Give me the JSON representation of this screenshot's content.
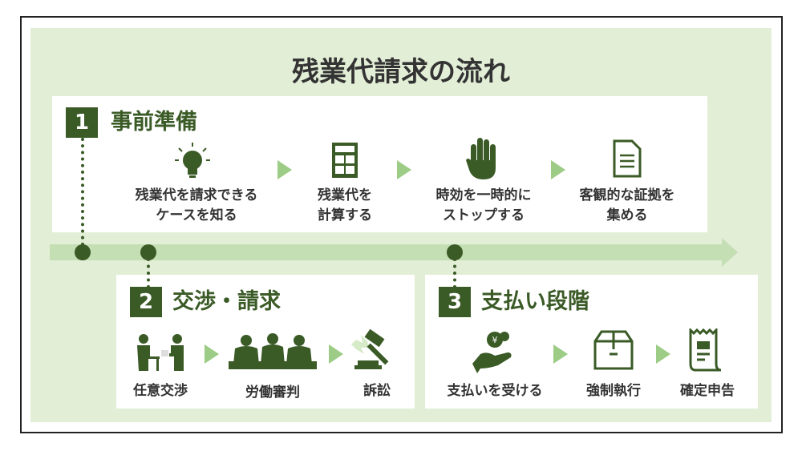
{
  "title": "残業代請求の流れ",
  "colors": {
    "dark_green": "#3a5a26",
    "light_green": "#9ccc85",
    "panel": "#e2eed6",
    "bar": "#c5dfb5"
  },
  "stages": [
    {
      "number": "1",
      "heading": "事前準備",
      "items": [
        {
          "icon": "lightbulb-icon",
          "label": "残業代を請求できる\nケースを知る"
        },
        {
          "icon": "calculator-icon",
          "label": "残業代を\n計算する"
        },
        {
          "icon": "hand-stop-icon",
          "label": "時効を一時的に\nストップする"
        },
        {
          "icon": "document-icon",
          "label": "客観的な証拠を\n集める"
        }
      ]
    },
    {
      "number": "2",
      "heading": "交渉・請求",
      "items": [
        {
          "icon": "negotiation-icon",
          "label": "任意交渉"
        },
        {
          "icon": "tribunal-icon",
          "label": "労働審判"
        },
        {
          "icon": "gavel-icon",
          "label": "訴訟"
        }
      ]
    },
    {
      "number": "3",
      "heading": "支払い段階",
      "items": [
        {
          "icon": "payment-hand-icon",
          "label": "支払いを受ける"
        },
        {
          "icon": "box-icon",
          "label": "強制執行"
        },
        {
          "icon": "receipt-icon",
          "label": "確定申告"
        }
      ]
    }
  ]
}
